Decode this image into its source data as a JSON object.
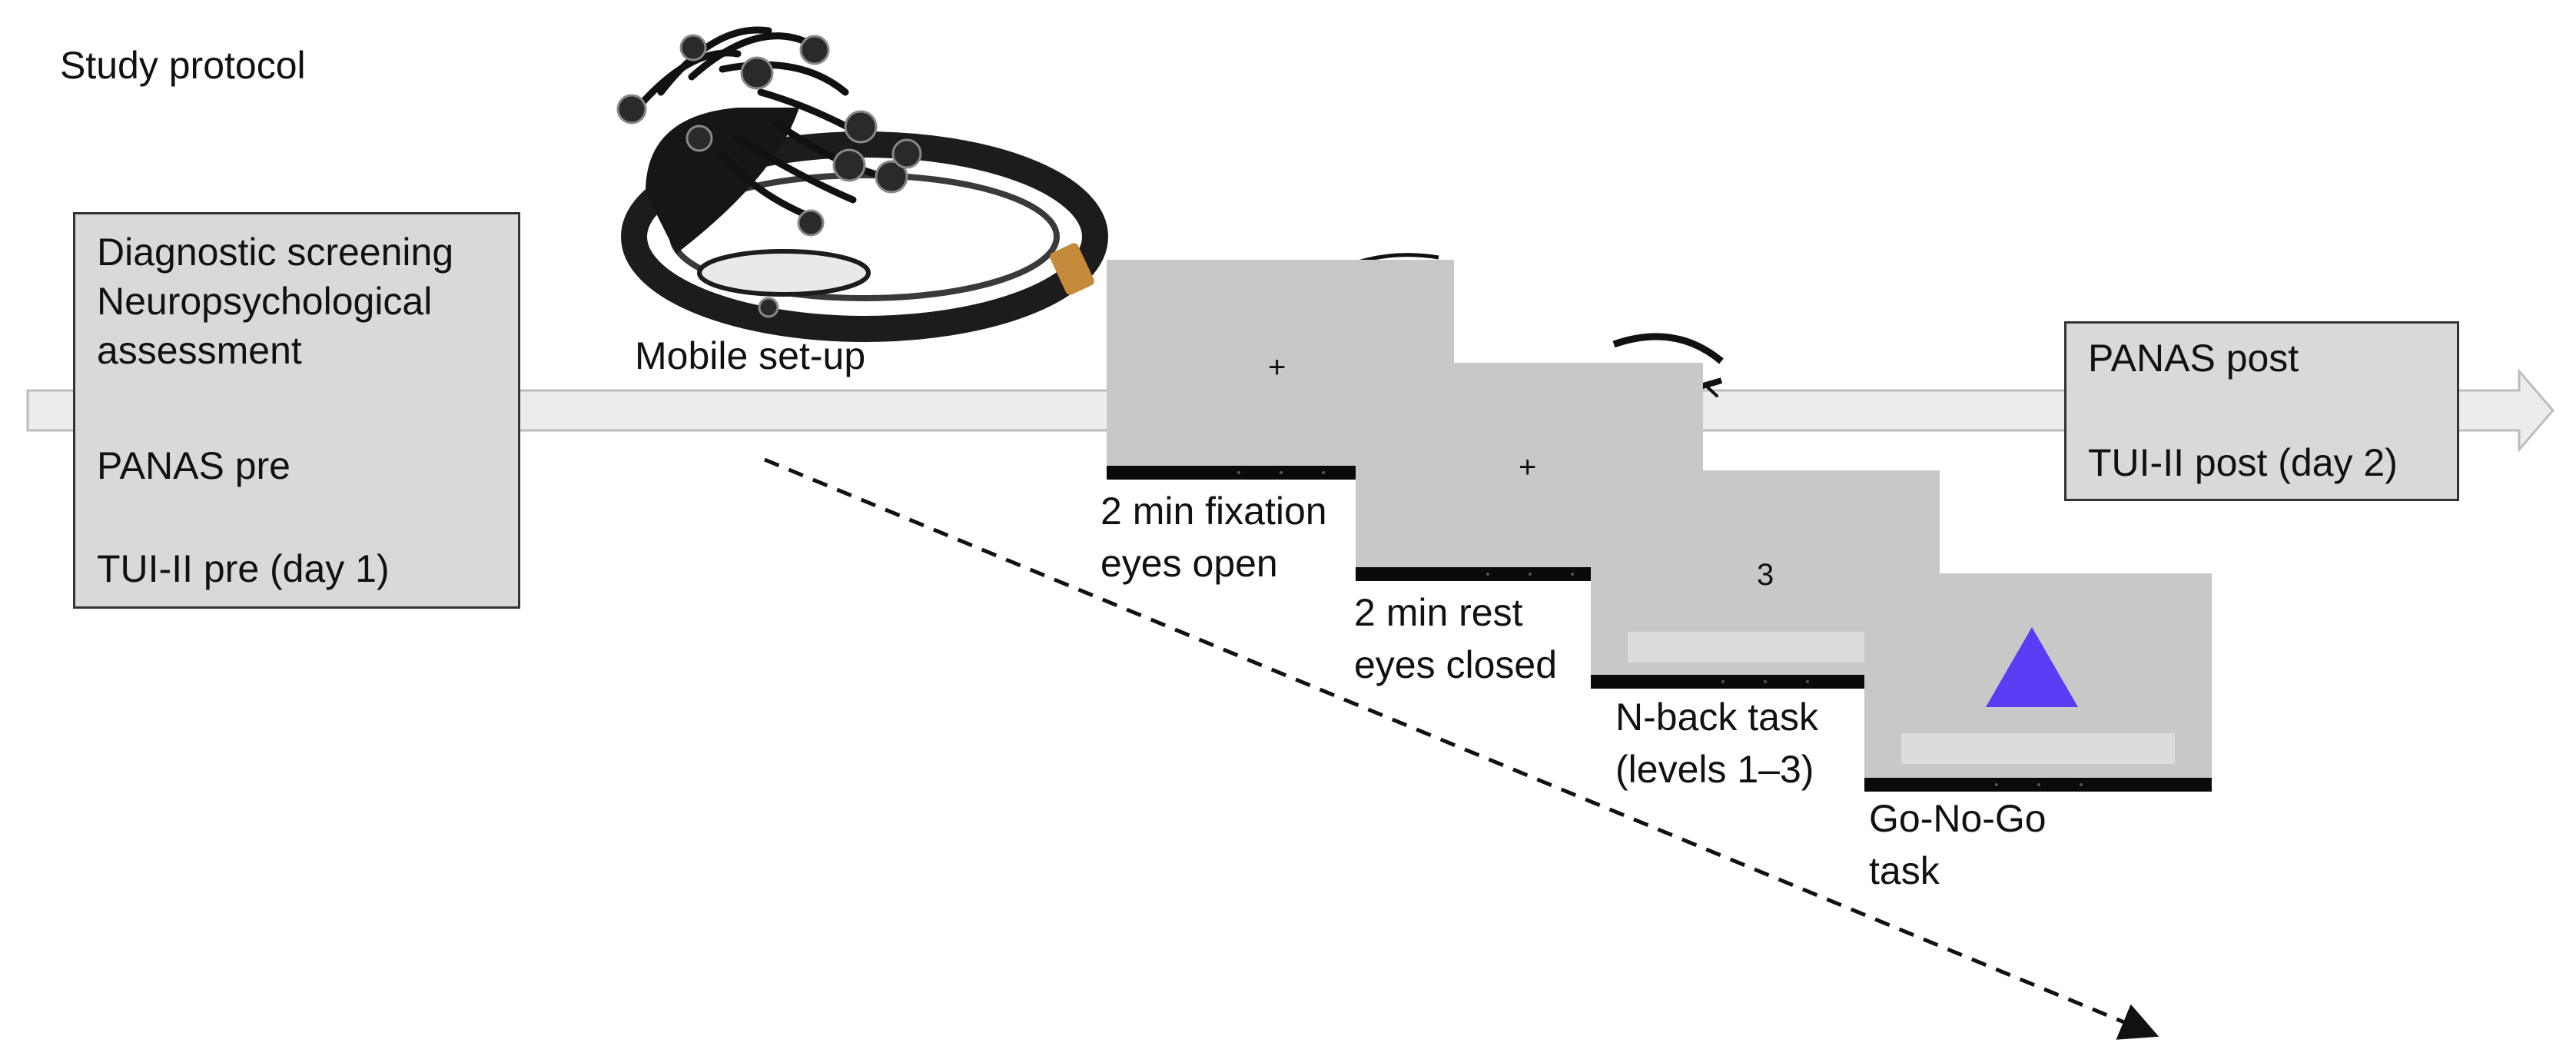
{
  "title": "Study protocol",
  "pre_box": {
    "lines": [
      "Diagnostic screening",
      "Neuropsychological",
      "assessment",
      "PANAS pre",
      "TUI-II pre (day 1)"
    ]
  },
  "headset_label": "Mobile set-up",
  "steps": [
    {
      "label_line1": "2 min fixation",
      "label_line2": "eyes open",
      "symbol": "+",
      "icon": "open-eye-icon"
    },
    {
      "label_line1": "2 min rest",
      "label_line2": "eyes closed",
      "symbol": "+",
      "icon": "closed-eye-icon"
    },
    {
      "label_line1": "N-back task",
      "label_line2": "(levels 1–3)",
      "symbol": "3",
      "icon": ""
    },
    {
      "label_line1": "Go-No-Go",
      "label_line2": "task",
      "symbol": "",
      "icon": "triangle-stimulus-icon"
    }
  ],
  "post_box": {
    "lines": [
      "PANAS post",
      "TUI-II post (day 2)"
    ]
  },
  "colors": {
    "screen_gray": "#c8c8c8",
    "box_gray": "#d9d9d9",
    "stimulus_blue": "#5b3cf5",
    "timeline_fill": "#ececec"
  }
}
